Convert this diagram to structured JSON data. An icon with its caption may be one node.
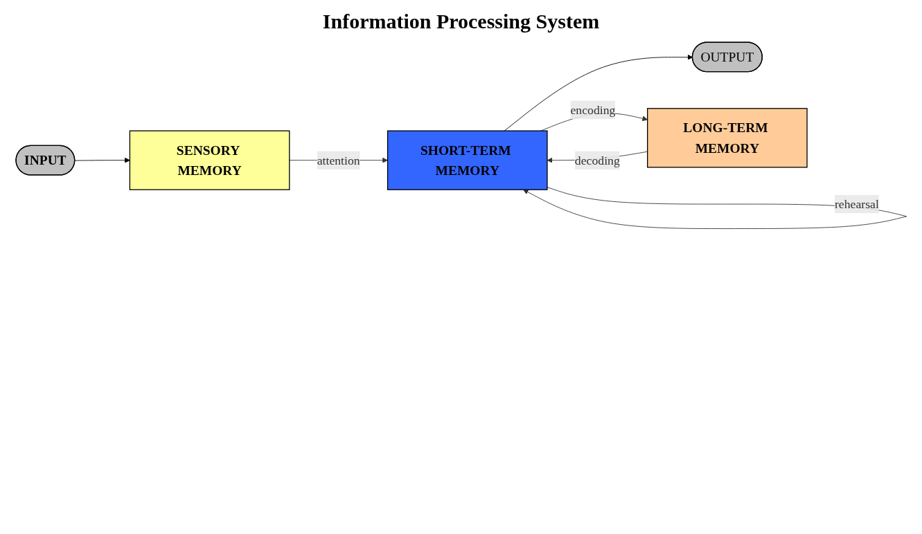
{
  "diagram": {
    "title": "Information Processing System",
    "nodes": [
      {
        "text": [
          "INPUT"
        ]
      },
      {
        "text": [
          "SENSORY MEMORY"
        ]
      },
      {
        "text": [
          "SHORT-TERM MEMORY"
        ]
      },
      {
        "text": [
          "OUTPUT"
        ]
      },
      {
        "text": [
          "LONG-TERM MEMORY"
        ]
      }
    ],
    "edges": [
      {
        "from": 0,
        "to": 1,
        "arrow": "to",
        "color": "#000000"
      },
      {
        "from": 1,
        "to": 2,
        "arrow": "to",
        "label": "attention"
      },
      {
        "from": 2,
        "to": 2,
        "arrow": "to",
        "label": "rehearsal"
      },
      {
        "from": 2,
        "to": 3,
        "arrow": "to",
        "color": "#000000"
      },
      {
        "from": 2,
        "to": 4,
        "arrow": "to",
        "label": "encoding"
      },
      {
        "from": 4,
        "to": 2,
        "arrow": "to",
        "label": "decoding"
      }
    ]
  }
}
